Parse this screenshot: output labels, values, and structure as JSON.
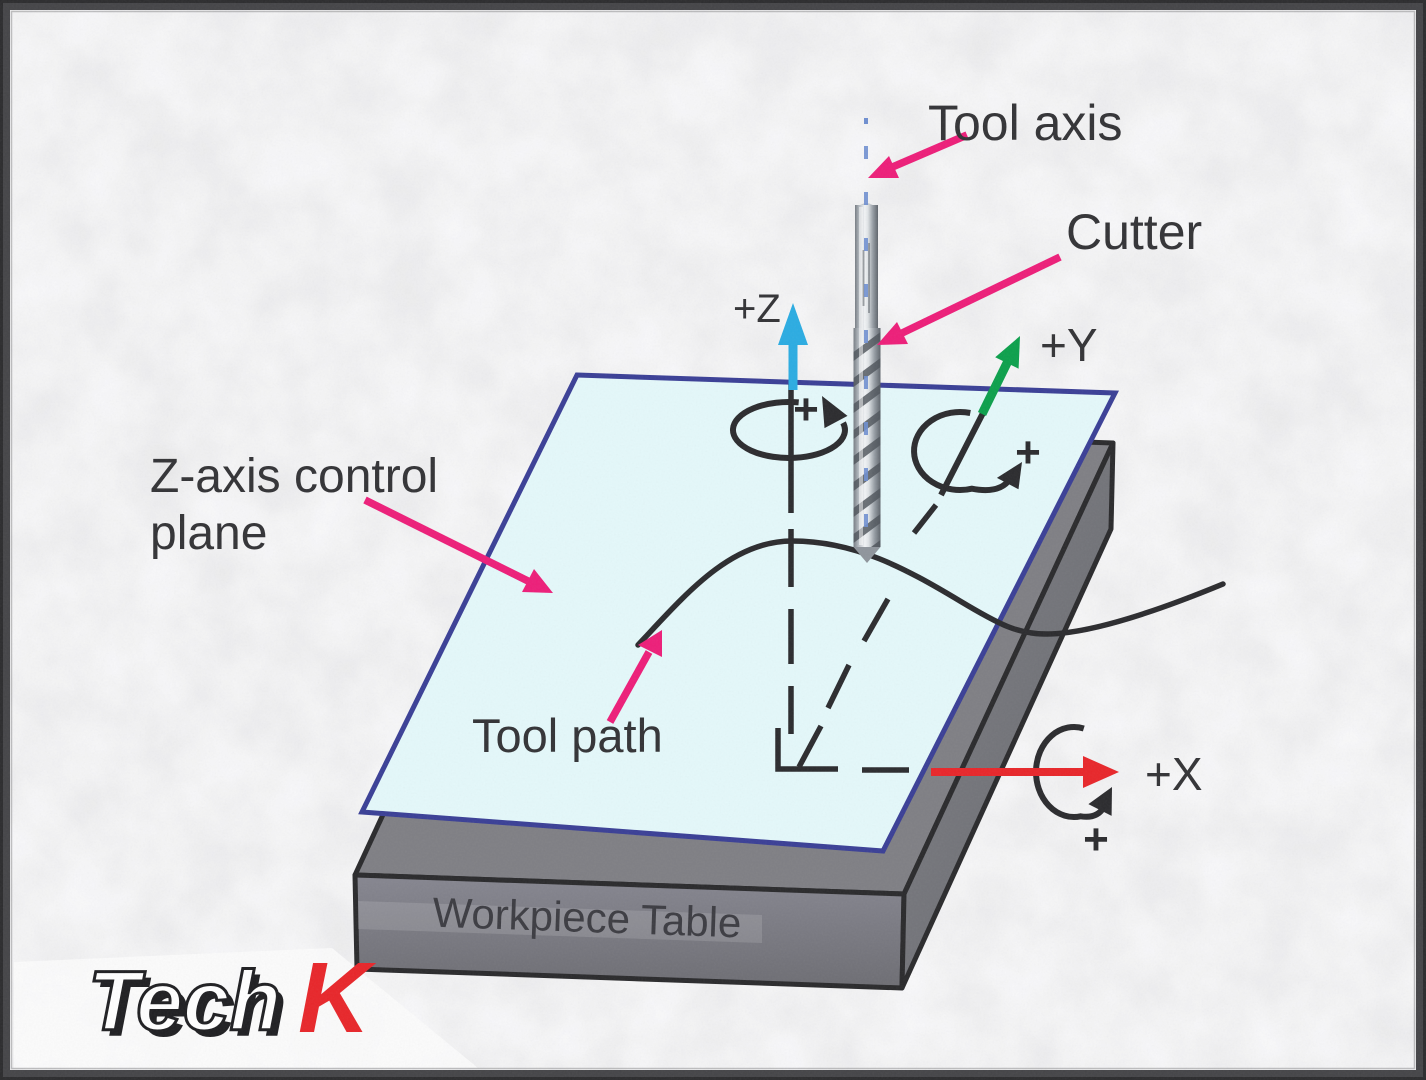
{
  "diagram": {
    "labels": {
      "tool_axis": "Tool axis",
      "cutter": "Cutter",
      "control_plane_line1": "Z-axis control",
      "control_plane_line2": "plane",
      "tool_path": "Tool path",
      "workpiece_table": "Workpiece Table"
    },
    "axes": {
      "x": "+X",
      "y": "+Y",
      "z": "+Z"
    },
    "rotation": {
      "plus": "+"
    },
    "logo": {
      "text": "Tech",
      "suffix": "K"
    },
    "colors": {
      "x_axis": "#e8262a",
      "y_axis": "#0ca04c",
      "z_axis": "#2bace2",
      "annotation_arrow": "#ed1e79",
      "plane_fill": "#e4f8fa",
      "plane_border": "#3a3f96",
      "table_gray": "#7f7f84",
      "line_dark": "#2b2b2e",
      "tool_axis_dash": "#6f8fd0",
      "logo_suffix": "#e8262a"
    }
  }
}
